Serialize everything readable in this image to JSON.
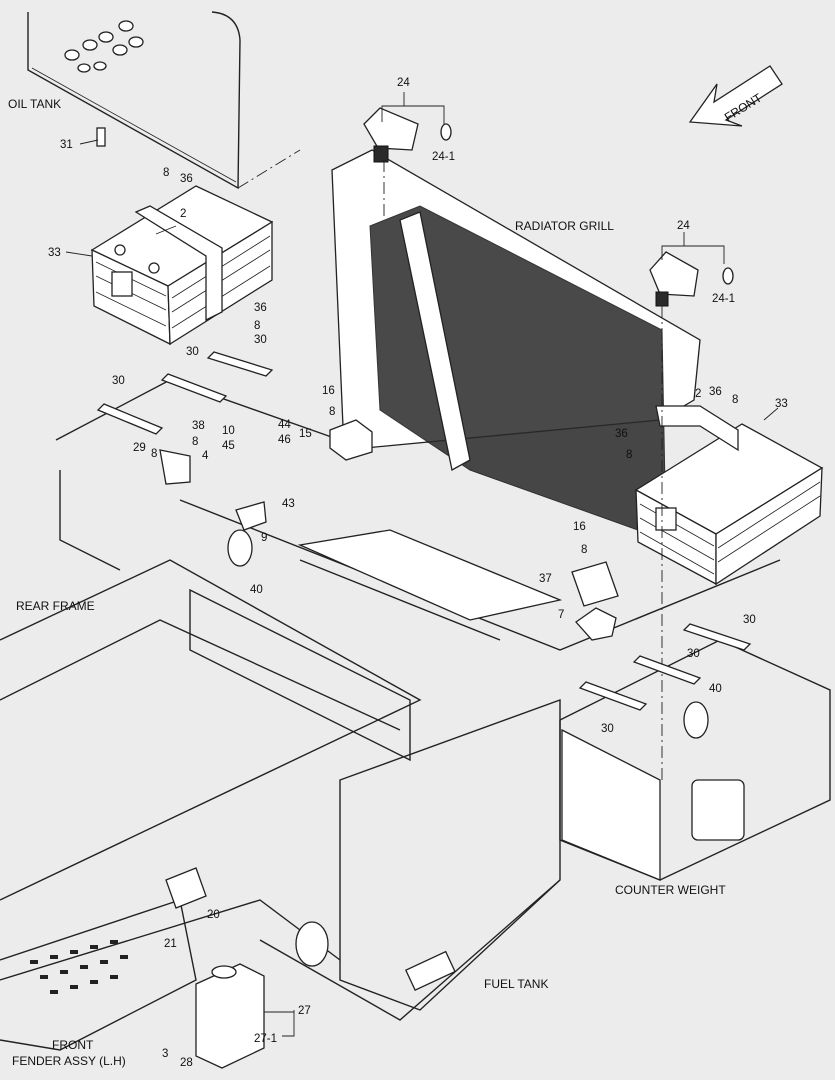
{
  "labels": {
    "oil_tank": "OIL TANK",
    "radiator_grill": "RADIATOR GRILL",
    "rear_frame": "REAR FRAME",
    "counter_weight": "COUNTER WEIGHT",
    "fuel_tank": "FUEL TANK",
    "front_fender_1": "FRONT",
    "front_fender_2": "FENDER ASSY (L.H)",
    "front_arrow": "FRONT"
  },
  "callouts": {
    "c24a": "24",
    "c24_1a": "24-1",
    "c24b": "24",
    "c24_1b": "24-1",
    "c31": "31",
    "c8a": "8",
    "c36a": "36",
    "c2a": "2",
    "c33a": "33",
    "c36b": "36",
    "c8b": "8",
    "c30a": "30",
    "c30b": "30",
    "c30c": "30",
    "c38": "38",
    "c8c": "8",
    "c29": "29",
    "c8d": "8",
    "c4": "4",
    "c10": "10",
    "c45": "45",
    "c44": "44",
    "c46": "46",
    "c43": "43",
    "c9": "9",
    "c16a": "16",
    "c8e": "8",
    "c15": "15",
    "c2b": "2",
    "c8f": "8",
    "c36c": "36",
    "c33b": "33",
    "c36d": "36",
    "c8g": "8",
    "c16b": "16",
    "c8h": "8",
    "c37": "37",
    "c7": "7",
    "c40a": "40",
    "c40b": "40",
    "c30d": "30",
    "c30e": "30",
    "c30f": "30",
    "c20": "20",
    "c21": "21",
    "c27": "27",
    "c27_1": "27-1",
    "c3": "3",
    "c28": "28"
  }
}
